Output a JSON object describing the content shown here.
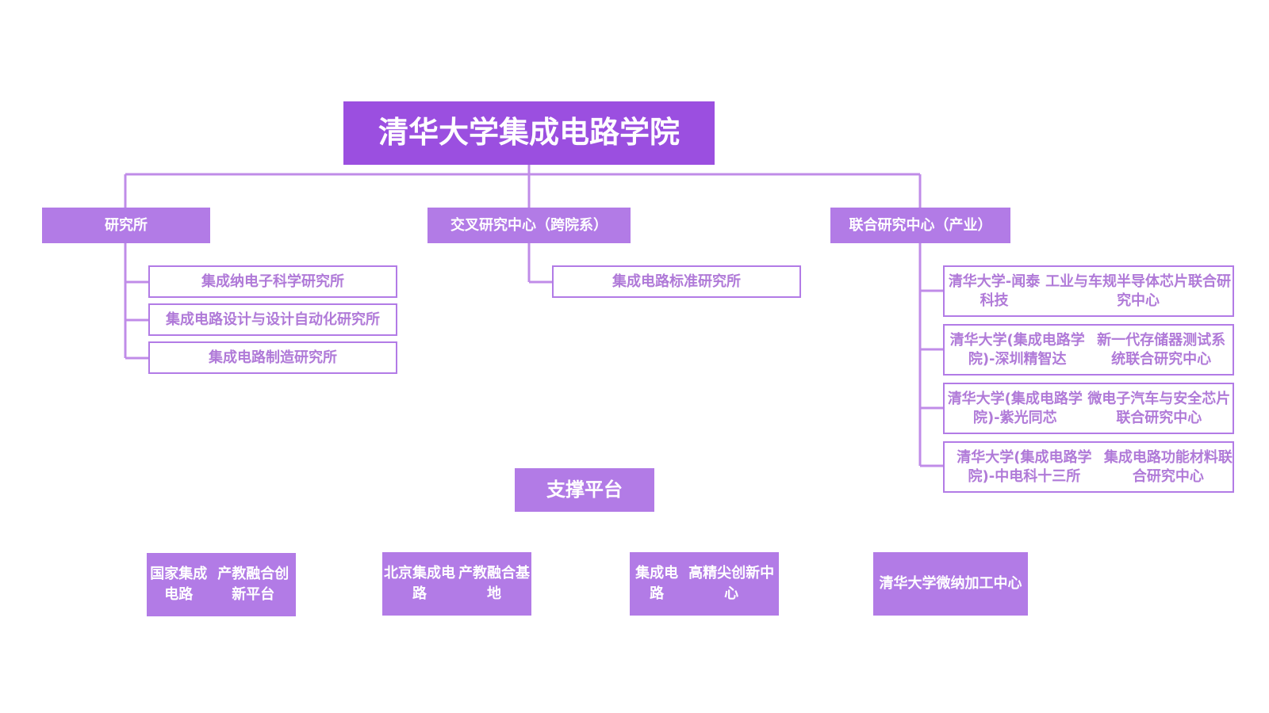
{
  "title": "清华大学集成电路学院",
  "categories": {
    "institutes": {
      "label": "研究所",
      "items": [
        "集成纳电子科学研究所",
        "集成电路设计与设计自动化研究所",
        "集成电路制造研究所"
      ]
    },
    "cross_centers": {
      "label": "交叉研究中心（跨院系）",
      "items": [
        "集成电路标准研究所"
      ]
    },
    "joint_centers": {
      "label": "联合研究中心（产业）",
      "items": [
        {
          "line1": "清华大学-闻泰科技",
          "line2": "工业与车规半导体芯片联合研究中心"
        },
        {
          "line1": "清华大学(集成电路学院)-深圳精智达",
          "line2": "新一代存储器测试系统联合研究中心"
        },
        {
          "line1": "清华大学(集成电路学院)-紫光同芯",
          "line2": "微电子汽车与安全芯片联合研究中心"
        },
        {
          "line1": "清华大学(集成电路学院)-中电科十三所",
          "line2": "集成电路功能材料联合研究中心"
        }
      ]
    }
  },
  "support": {
    "label": "支撑平台",
    "platforms": [
      {
        "line1": "国家集成电路",
        "line2": "产教融合创新平台"
      },
      {
        "line1": "北京集成电路",
        "line2": "产教融合基地"
      },
      {
        "line1": "集成电路",
        "line2": "高精尖创新中心"
      },
      {
        "line1": "清华大学",
        "line2": "微纳加工中心"
      }
    ]
  },
  "colors": {
    "title_fill": "#9b4fe0",
    "box_fill": "#b27be6",
    "connector": "#c08ce8",
    "sub_text": "#b07ad8"
  }
}
